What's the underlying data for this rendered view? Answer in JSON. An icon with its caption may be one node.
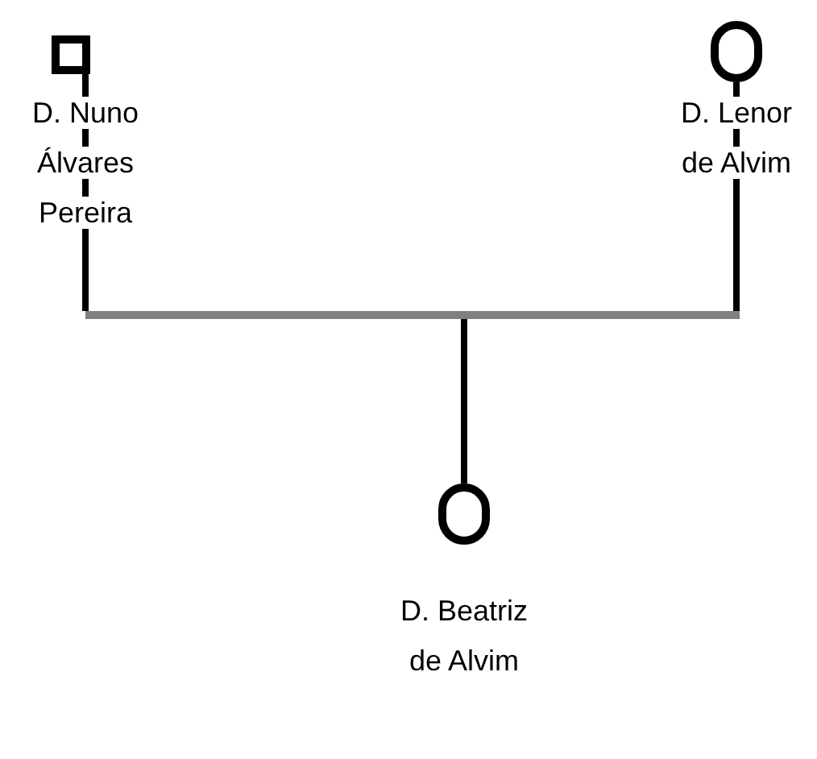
{
  "diagram": {
    "nodes": [
      {
        "text": [],
        "shape": "box",
        "beside": [
          "D. Nuno Álvares Pereira"
        ]
      },
      {
        "text": [],
        "shape": "circle",
        "beside": [
          "D. Lenor de Alvim"
        ]
      },
      {
        "text": [],
        "shape": "bar"
      },
      {
        "text": [],
        "shape": "circle",
        "beside": [
          "D. Beatriz de Alvim"
        ]
      }
    ],
    "edges": [
      {
        "from": 0,
        "to": 2,
        "arrow": "none"
      },
      {
        "from": 1,
        "to": 2,
        "arrow": "none"
      },
      {
        "from": 2,
        "to": 3,
        "arrow": "none"
      }
    ]
  }
}
